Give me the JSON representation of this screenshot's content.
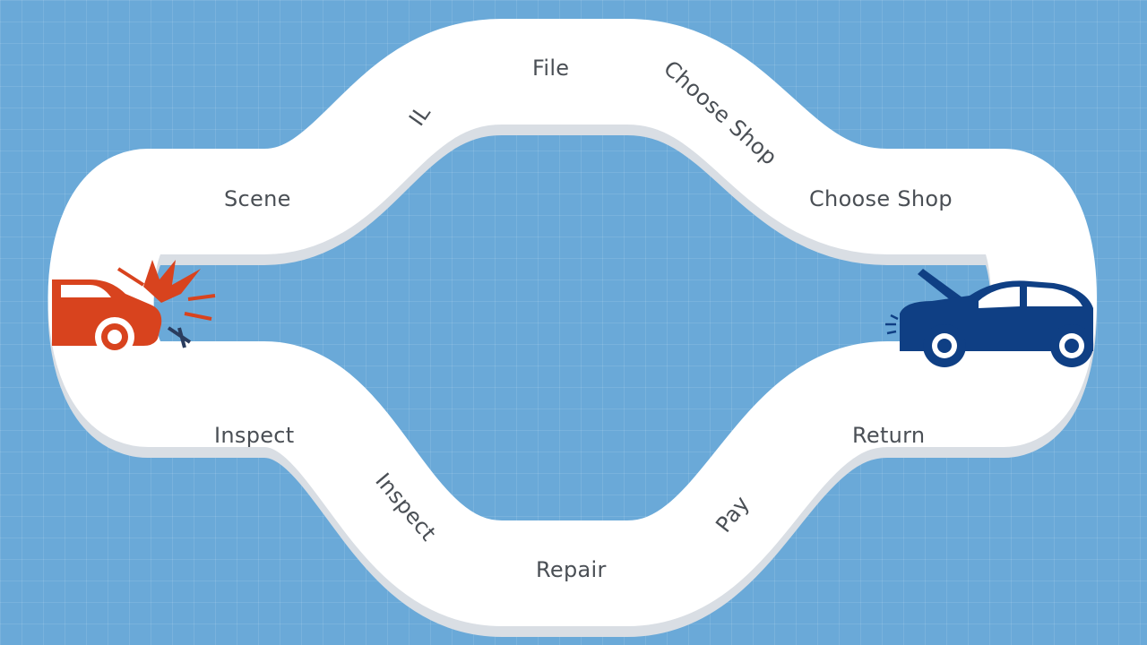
{
  "diagram": {
    "labels": {
      "file": "File",
      "il": "IL",
      "choose_shop_diag": "Choose Shop",
      "scene": "Scene",
      "choose_shop": "Choose Shop",
      "inspect": "Inspect",
      "return": "Return",
      "inspect_diag": "Inspect",
      "pay": "Pay",
      "repair": "Repair"
    },
    "colors": {
      "background": "#6aa9d8",
      "track": "#ffffff",
      "track_shadow": "#d9dee4",
      "crashed_car": "#d8431e",
      "repaired_car": "#0f3f84",
      "label_text": "#4a4f55"
    },
    "icons": [
      "crashed-car-icon",
      "impact-burst-icon",
      "repaired-car-icon"
    ]
  }
}
